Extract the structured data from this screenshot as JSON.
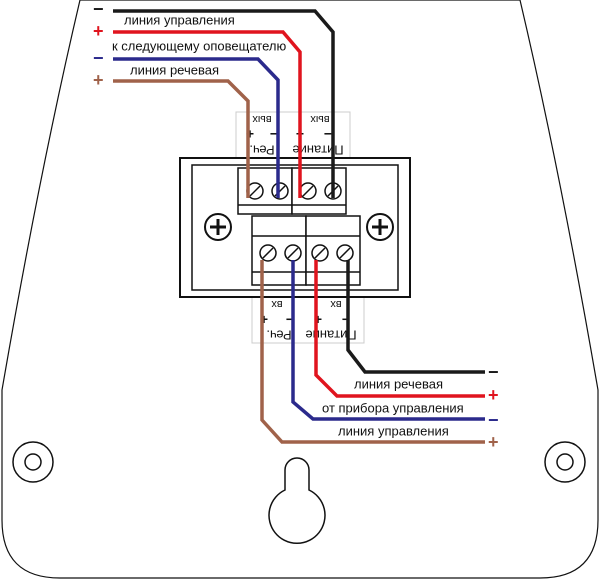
{
  "top": {
    "label_control_line": "линия управления",
    "label_next_sounder": "к следующему оповещателю",
    "label_speech_line": "линия речевая",
    "signs": [
      "−",
      "+",
      "−",
      "+"
    ]
  },
  "bottom": {
    "label_speech_line": "линия речевая",
    "label_from_panel": "от прибора управления",
    "label_control_line": "линия управления",
    "signs": [
      "−",
      "+",
      "−",
      "+"
    ]
  },
  "terminal_labels": {
    "out": "вых",
    "in": "вх",
    "speech": "Реч.",
    "power": "Питание",
    "plus": "+",
    "minus": "−"
  },
  "colors": {
    "black": "#1a1a1a",
    "red": "#e0141e",
    "blue": "#2b2a8c",
    "brown": "#a0624a"
  }
}
